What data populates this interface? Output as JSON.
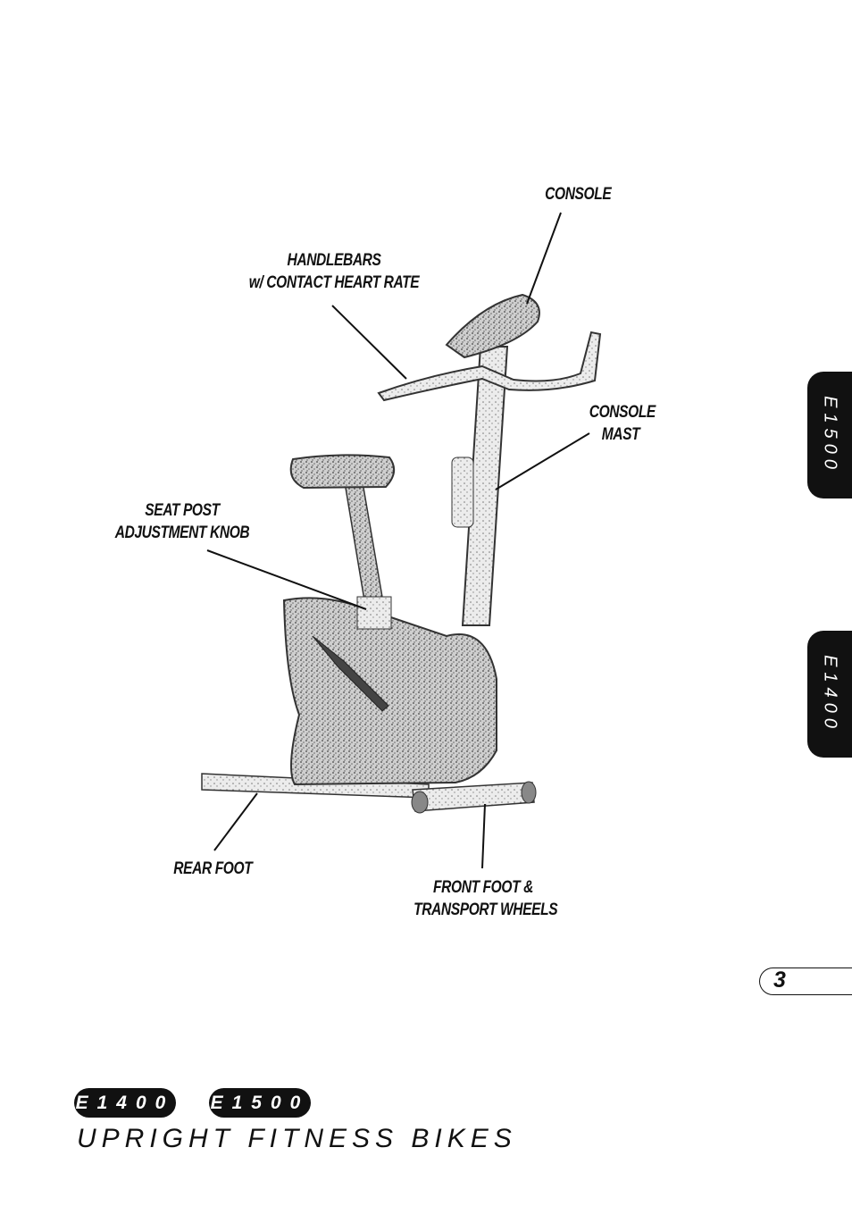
{
  "labels": {
    "console": "CONSOLE",
    "handlebars_line1": "HANDLEBARS",
    "handlebars_line2": "w/ CONTACT HEART RATE",
    "console_mast_line1": "CONSOLE",
    "console_mast_line2": "MAST",
    "seat_post_line1": "SEAT POST",
    "seat_post_line2": "ADJUSTMENT KNOB",
    "rear_foot": "REAR FOOT",
    "front_foot_line1": "FRONT FOOT &",
    "front_foot_line2": "TRANSPORT WHEELS"
  },
  "side_tabs": [
    "E1500",
    "E1400"
  ],
  "page_number": "3",
  "footer": {
    "models": [
      "E1400",
      "E1500"
    ],
    "subtitle": "UPRIGHT FITNESS BIKES"
  }
}
